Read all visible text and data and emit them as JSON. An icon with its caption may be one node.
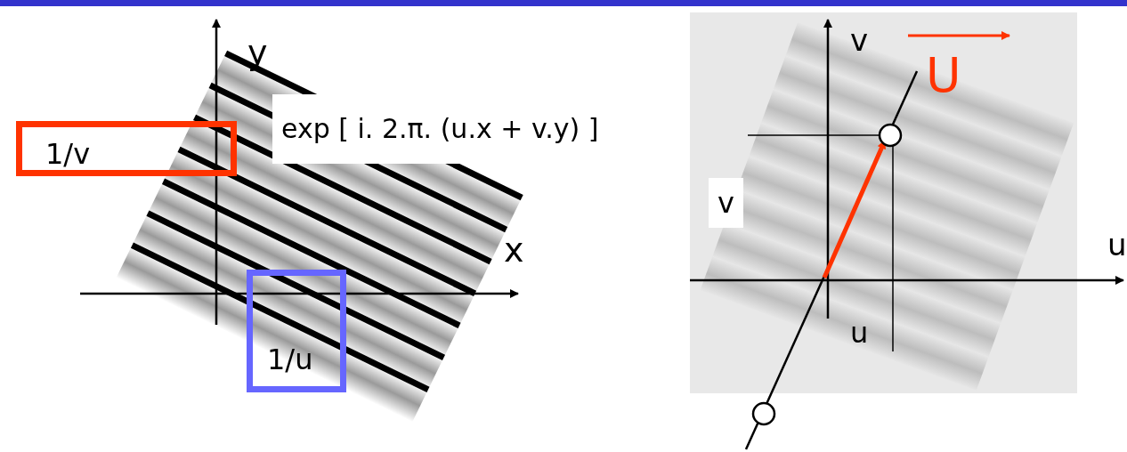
{
  "diagram": {
    "nodes": [
      {
        "text": [
          "1/v"
        ]
      },
      {
        "text": [
          "1/u"
        ]
      }
    ],
    "labels": [
      "y",
      "exp [ i. 2.π. (u.x + v.y) ]",
      "x",
      "v",
      "U",
      "v",
      "u",
      "u"
    ]
  }
}
